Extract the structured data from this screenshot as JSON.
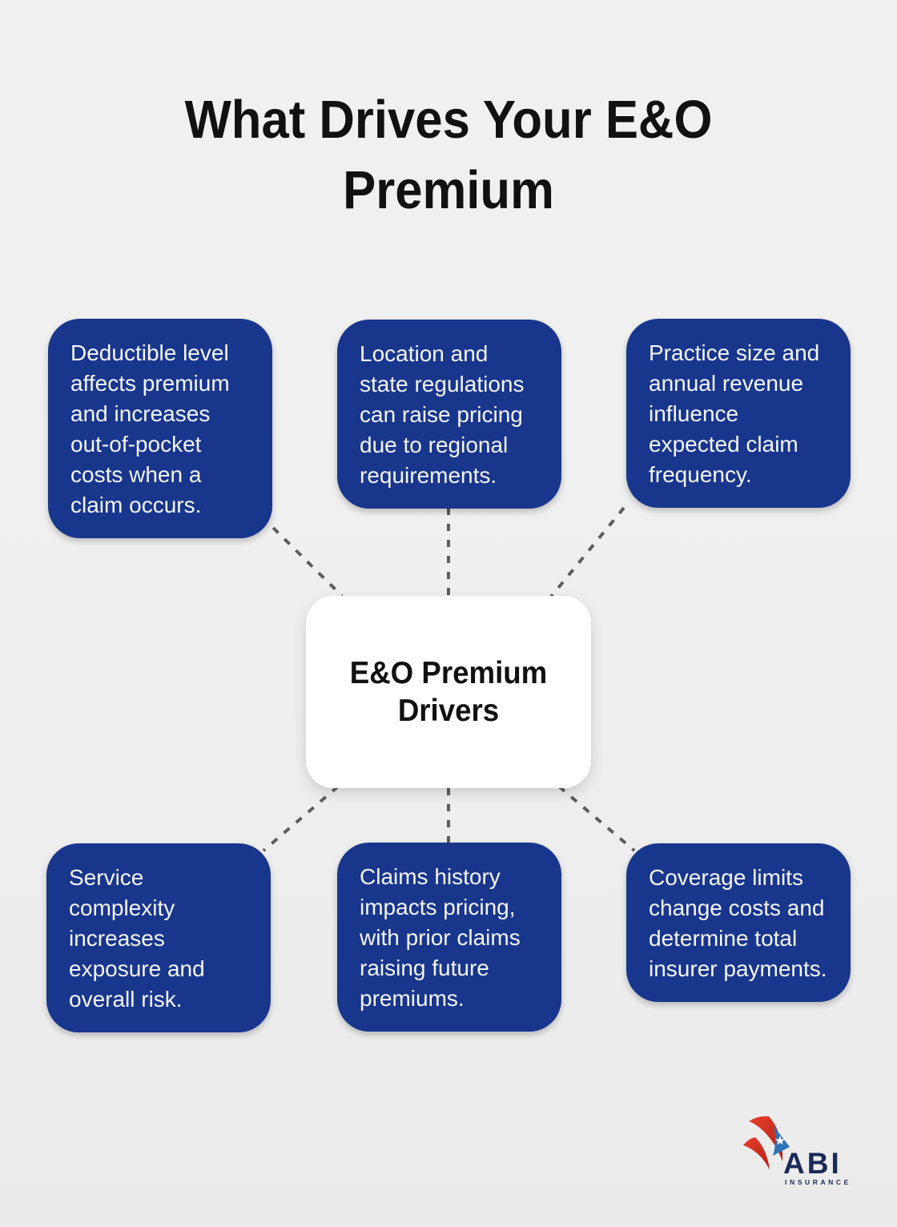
{
  "title": {
    "line1": "What Drives Your E&O",
    "line2": "Premium"
  },
  "center": {
    "label": "E&O Premium Drivers"
  },
  "nodes": [
    {
      "id": "deductible",
      "text": "Deductible level affects premium and increases out-of-pocket costs when a claim occurs."
    },
    {
      "id": "location",
      "text": "Location and state regulations can raise pricing due to regional requirements."
    },
    {
      "id": "practice-size",
      "text": "Practice size and annual revenue influence expected claim frequency."
    },
    {
      "id": "service-complexity",
      "text": "Service complexity increases exposure and overall risk."
    },
    {
      "id": "claims-history",
      "text": "Claims history impacts pricing, with prior claims raising future premiums."
    },
    {
      "id": "coverage-limits",
      "text": "Coverage limits change costs and determine total insurer payments."
    }
  ],
  "logo": {
    "name": "ABI",
    "subtitle": "INSURANCE"
  },
  "colors": {
    "node_blue": "#18368c",
    "node_text": "#f3f6fb",
    "line_gray": "#5d5d5d",
    "title_black": "#111111",
    "bg_gray": "#efefef",
    "logo_navy": "#1b2a5a",
    "logo_red": "#cf2b1e",
    "logo_flag_blue": "#2f74b5"
  }
}
